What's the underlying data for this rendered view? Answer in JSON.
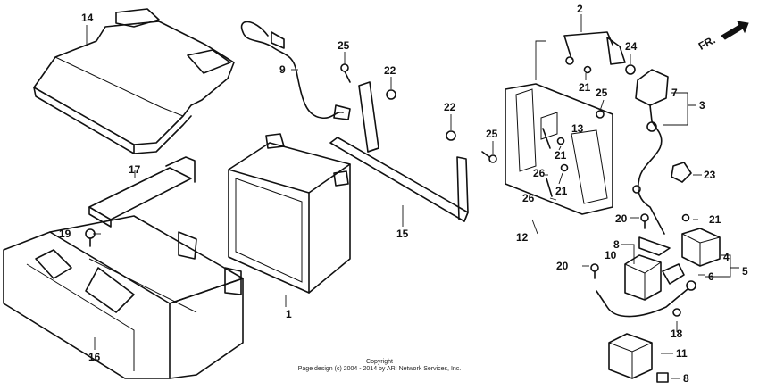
{
  "direction_label": "FR.",
  "copyright": {
    "line1": "Copyright",
    "line2": "Page design (c) 2004 - 2014 by ARI Network Services, Inc."
  },
  "callouts": {
    "c1": "1",
    "c2": "2",
    "c3": "3",
    "c4": "4",
    "c5": "5",
    "c6": "6",
    "c7": "7",
    "c8a": "8",
    "c8b": "8",
    "c9": "9",
    "c10": "10",
    "c11": "11",
    "c12": "12",
    "c13": "13",
    "c14": "14",
    "c15": "15",
    "c16": "16",
    "c17": "17",
    "c18": "18",
    "c19": "19",
    "c20a": "20",
    "c20b": "20",
    "c21a": "21",
    "c21b": "21",
    "c21c": "21",
    "c21d": "21",
    "c22a": "22",
    "c22b": "22",
    "c23": "23",
    "c24": "24",
    "c25a": "25",
    "c25b": "25",
    "c25c": "25",
    "c26a": "26",
    "c26b": "26"
  }
}
